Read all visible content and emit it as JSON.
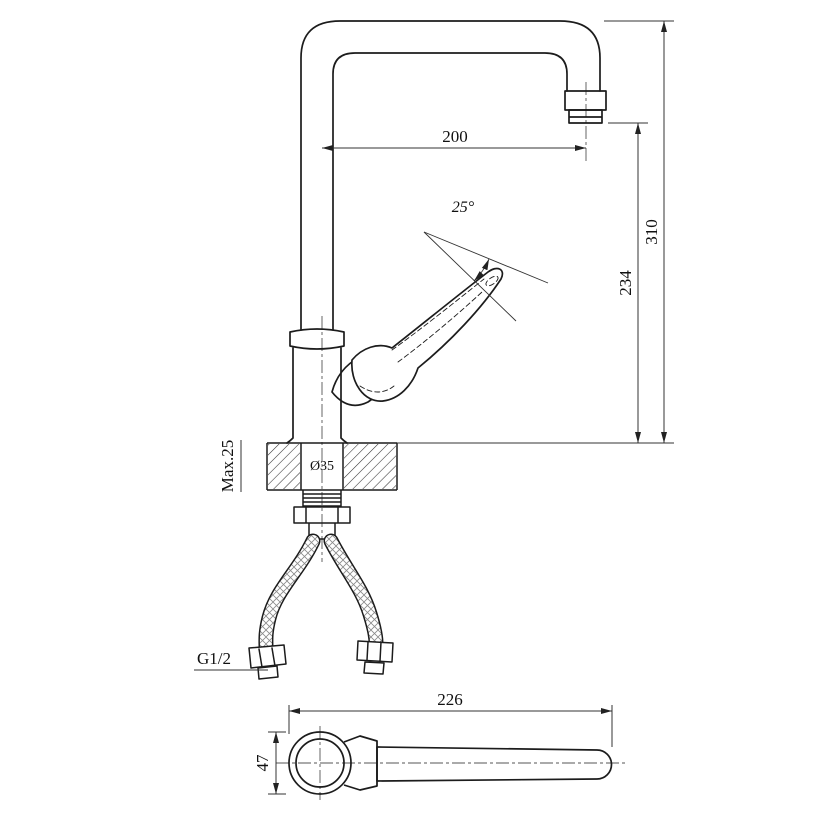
{
  "dimensions": {
    "spout_reach": "200",
    "handle_angle": "25°",
    "spout_height": "234",
    "overall_height": "310",
    "max_counter_thickness": "Max.25",
    "mount_hole_diameter": "Ø35",
    "hose_thread": "G1/2",
    "base_overall_length": "226",
    "base_diameter": "47"
  },
  "colors": {
    "outline": "#1c1c1c",
    "dimension_line": "#333333",
    "background": "#ffffff"
  }
}
